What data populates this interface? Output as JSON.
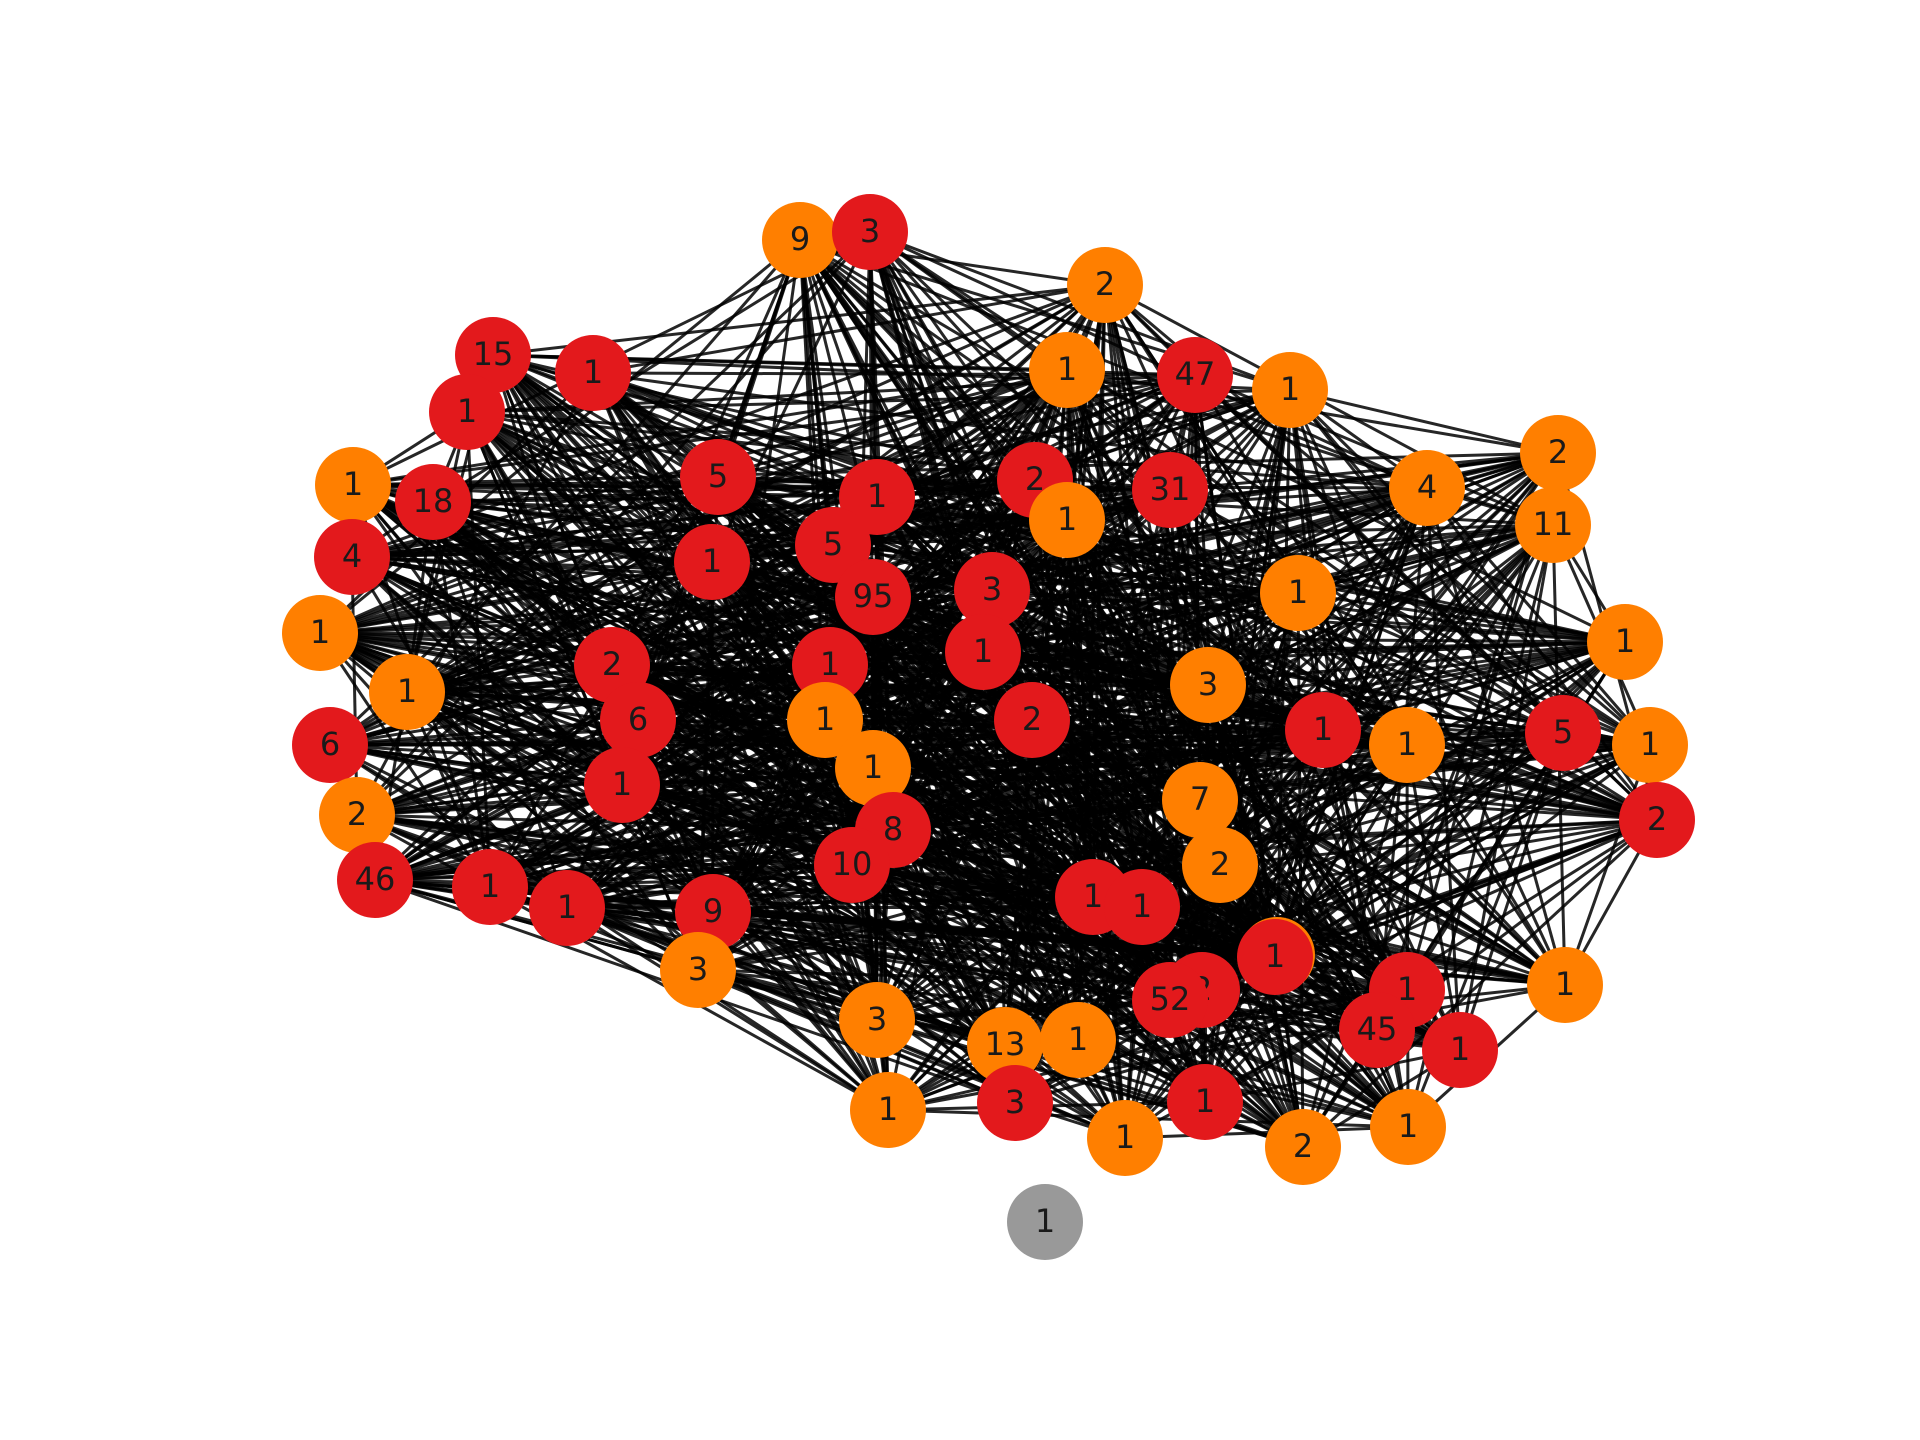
{
  "colors": {
    "red": "#e3191c",
    "orange": "#ff7f00",
    "gray": "#999999",
    "edge": "#000000",
    "background": "#ffffff"
  },
  "nodes": [
    {
      "id": 0,
      "label": "9",
      "color": "orange"
    },
    {
      "id": 1,
      "label": "3",
      "color": "red"
    },
    {
      "id": 2,
      "label": "2",
      "color": "orange"
    },
    {
      "id": 3,
      "label": "15",
      "color": "red"
    },
    {
      "id": 4,
      "label": "1",
      "color": "red"
    },
    {
      "id": 5,
      "label": "1",
      "color": "orange"
    },
    {
      "id": 6,
      "label": "47",
      "color": "red"
    },
    {
      "id": 7,
      "label": "1",
      "color": "orange"
    },
    {
      "id": 8,
      "label": "1",
      "color": "red"
    },
    {
      "id": 9,
      "label": "2",
      "color": "orange"
    },
    {
      "id": 10,
      "label": "1",
      "color": "orange"
    },
    {
      "id": 11,
      "label": "18",
      "color": "red"
    },
    {
      "id": 12,
      "label": "5",
      "color": "red"
    },
    {
      "id": 13,
      "label": "1",
      "color": "red"
    },
    {
      "id": 14,
      "label": "2",
      "color": "red"
    },
    {
      "id": 15,
      "label": "31",
      "color": "red"
    },
    {
      "id": 16,
      "label": "1",
      "color": "orange"
    },
    {
      "id": 17,
      "label": "4",
      "color": "orange"
    },
    {
      "id": 18,
      "label": "11",
      "color": "orange"
    },
    {
      "id": 19,
      "label": "4",
      "color": "red"
    },
    {
      "id": 20,
      "label": "1",
      "color": "red"
    },
    {
      "id": 21,
      "label": "5",
      "color": "red"
    },
    {
      "id": 22,
      "label": "95",
      "color": "red"
    },
    {
      "id": 23,
      "label": "3",
      "color": "red"
    },
    {
      "id": 24,
      "label": "1",
      "color": "orange"
    },
    {
      "id": 25,
      "label": "1",
      "color": "orange"
    },
    {
      "id": 26,
      "label": "1",
      "color": "red"
    },
    {
      "id": 27,
      "label": "1",
      "color": "red"
    },
    {
      "id": 28,
      "label": "1",
      "color": "orange"
    },
    {
      "id": 29,
      "label": "1",
      "color": "orange"
    },
    {
      "id": 30,
      "label": "2",
      "color": "red"
    },
    {
      "id": 31,
      "label": "3",
      "color": "orange"
    },
    {
      "id": 32,
      "label": "6",
      "color": "red"
    },
    {
      "id": 33,
      "label": "1",
      "color": "orange"
    },
    {
      "id": 34,
      "label": "2",
      "color": "red"
    },
    {
      "id": 35,
      "label": "1",
      "color": "red"
    },
    {
      "id": 36,
      "label": "1",
      "color": "orange"
    },
    {
      "id": 37,
      "label": "5",
      "color": "red"
    },
    {
      "id": 38,
      "label": "1",
      "color": "orange"
    },
    {
      "id": 39,
      "label": "6",
      "color": "red"
    },
    {
      "id": 40,
      "label": "1",
      "color": "red"
    },
    {
      "id": 41,
      "label": "1",
      "color": "orange"
    },
    {
      "id": 42,
      "label": "2",
      "color": "red"
    },
    {
      "id": 43,
      "label": "2",
      "color": "orange"
    },
    {
      "id": 44,
      "label": "7",
      "color": "orange"
    },
    {
      "id": 45,
      "label": "8",
      "color": "red"
    },
    {
      "id": 46,
      "label": "10",
      "color": "red"
    },
    {
      "id": 47,
      "label": "46",
      "color": "red"
    },
    {
      "id": 48,
      "label": "2",
      "color": "orange"
    },
    {
      "id": 49,
      "label": "1",
      "color": "red"
    },
    {
      "id": 50,
      "label": "1",
      "color": "red"
    },
    {
      "id": 51,
      "label": "9",
      "color": "red"
    },
    {
      "id": 52,
      "label": "3",
      "color": "orange"
    },
    {
      "id": 53,
      "label": "1",
      "color": "red"
    },
    {
      "id": 54,
      "label": "1",
      "color": "red"
    },
    {
      "id": 55,
      "label": "3",
      "color": "orange"
    },
    {
      "id": 56,
      "label": "1",
      "color": "red"
    },
    {
      "id": 57,
      "label": "1",
      "color": "orange"
    },
    {
      "id": 58,
      "label": "2",
      "color": "red"
    },
    {
      "id": 59,
      "label": "52",
      "color": "red"
    },
    {
      "id": 60,
      "label": "1",
      "color": "red"
    },
    {
      "id": 61,
      "label": "3",
      "color": "orange"
    },
    {
      "id": 62,
      "label": "45",
      "color": "red"
    },
    {
      "id": 63,
      "label": "13",
      "color": "orange"
    },
    {
      "id": 64,
      "label": "1",
      "color": "orange"
    },
    {
      "id": 65,
      "label": "1",
      "color": "red"
    },
    {
      "id": 66,
      "label": "1",
      "color": "orange"
    },
    {
      "id": 67,
      "label": "3",
      "color": "red"
    },
    {
      "id": 68,
      "label": "1",
      "color": "red"
    },
    {
      "id": 69,
      "label": "1",
      "color": "orange"
    },
    {
      "id": 70,
      "label": "1",
      "color": "orange"
    },
    {
      "id": 71,
      "label": "2",
      "color": "orange"
    },
    {
      "id": 72,
      "label": "1",
      "color": "gray"
    }
  ]
}
